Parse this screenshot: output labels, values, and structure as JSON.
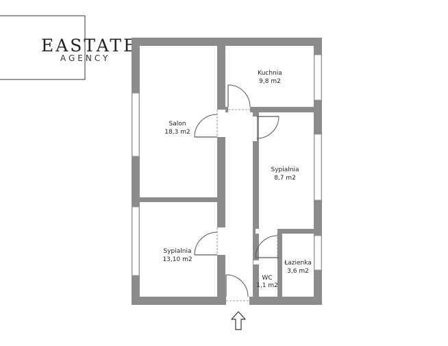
{
  "logo": {
    "wordmark": "EASTATE",
    "sub": "AGENCY"
  },
  "rooms": [
    {
      "name": "Salon",
      "area": "18,3 m2"
    },
    {
      "name": "Kuchnia",
      "area": "9,8 m2"
    },
    {
      "name": "Sypialnia",
      "area": "8,7 m2"
    },
    {
      "name": "Sypialnia",
      "area": "13,10 m2"
    },
    {
      "name": "WC",
      "area": "1,1 m2"
    },
    {
      "name": "Łazienka",
      "area": "3,6 m2"
    }
  ],
  "colors": {
    "wall": "#8c8c8c",
    "text": "#222222",
    "background": "#ffffff"
  },
  "icons": {
    "entrance": "up-arrow-icon"
  }
}
